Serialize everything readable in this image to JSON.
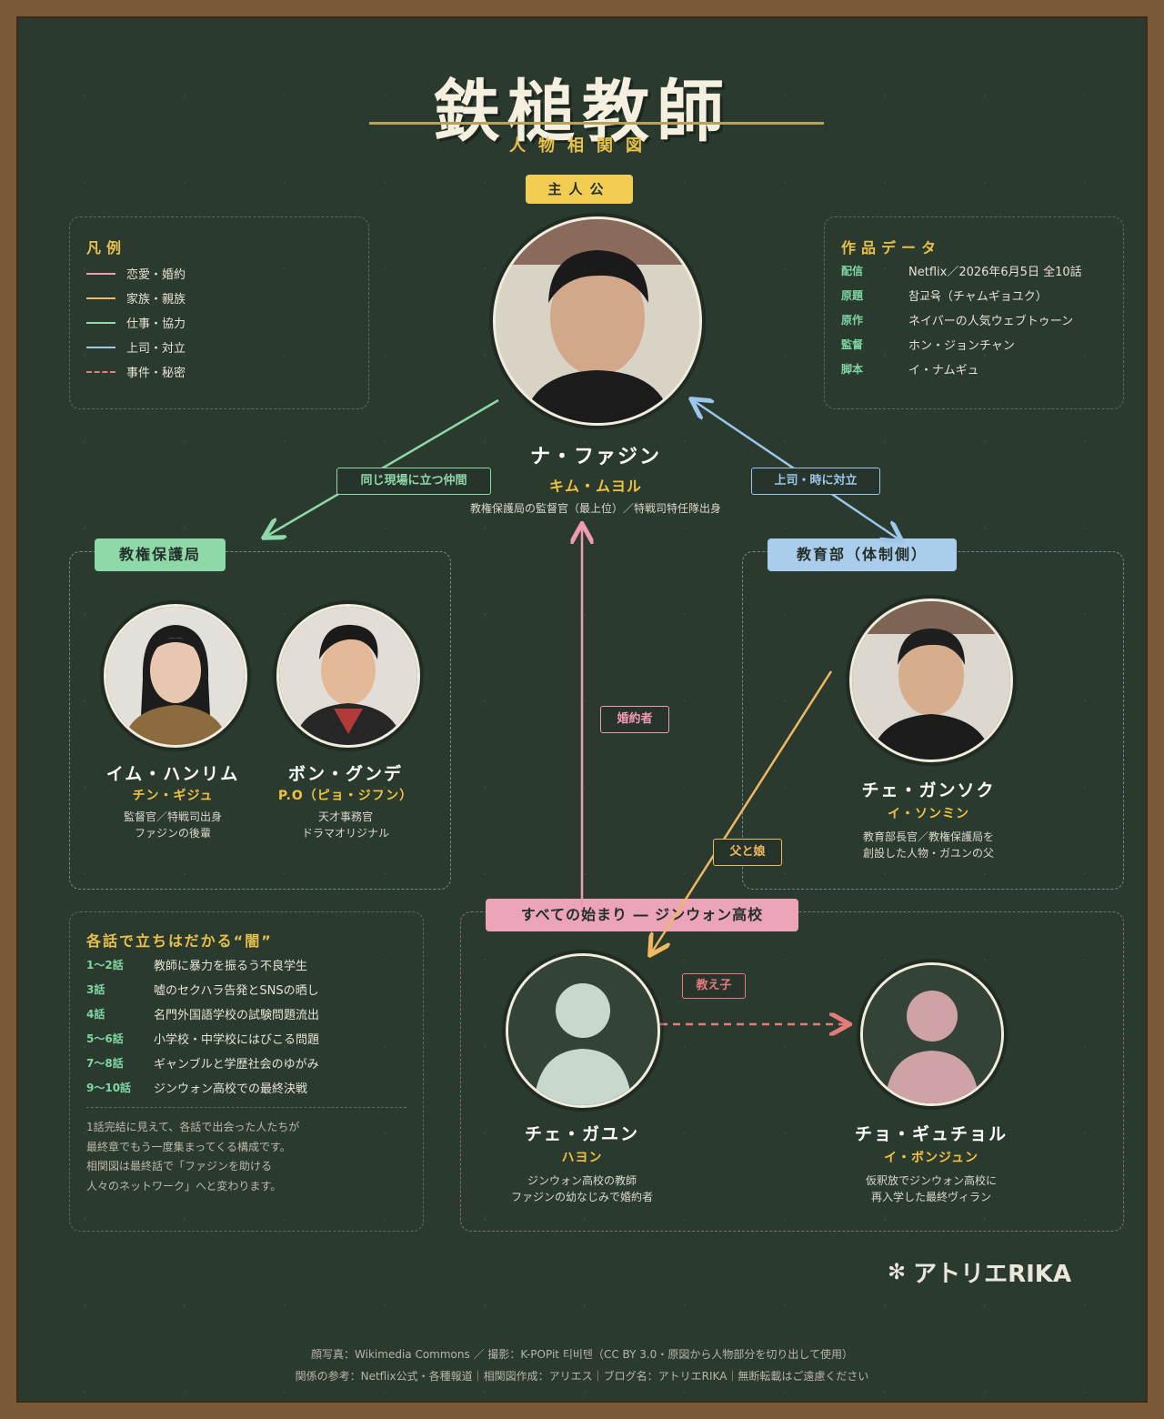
{
  "header": {
    "title": "鉄槌教師",
    "subtitle": "人物相関図",
    "protagonist_tag": "主人公"
  },
  "legend": {
    "title": "凡例",
    "items": [
      {
        "label": "恋愛・婚約",
        "color": "#f19ab4",
        "style": "solid"
      },
      {
        "label": "家族・親族",
        "color": "#f0b860",
        "style": "solid"
      },
      {
        "label": "仕事・協力",
        "color": "#8fd8a8",
        "style": "solid"
      },
      {
        "label": "上司・対立",
        "color": "#9cc6ea",
        "style": "solid"
      },
      {
        "label": "事件・秘密",
        "color": "#e67b7b",
        "style": "dashed"
      }
    ]
  },
  "work_data": {
    "title": "作品データ",
    "rows": [
      {
        "key": "配信",
        "value": "Netflix／2026年6月5日 全10話"
      },
      {
        "key": "原題",
        "value": "참교육（チャムギョユク）"
      },
      {
        "key": "原作",
        "value": "ネイバーの人気ウェブトゥーン"
      },
      {
        "key": "監督",
        "value": "ホン・ジョンチャン"
      },
      {
        "key": "脚本",
        "value": "イ・ナムギュ"
      }
    ]
  },
  "protagonist": {
    "name": "ナ・ファジン",
    "actor": "キム・ムヨル",
    "desc": "教権保護局の監督官（最上位）／特戦司特任隊出身"
  },
  "relations": {
    "colleague": "同じ現場に立つ仲間",
    "boss": "上司・時に対立",
    "fiance": "婚約者",
    "father": "父と娘",
    "student": "教え子"
  },
  "groups": {
    "bureau": "教権保護局",
    "ministry": "教育部（体制側）",
    "school": "すべての始まり ― ジンウォン高校"
  },
  "characters": {
    "hanrim": {
      "name": "イム・ハンリム",
      "actor": "チン・ギジュ",
      "desc1": "監督官／特戦司出身",
      "desc2": "ファジンの後輩"
    },
    "gunde": {
      "name": "ボン・グンデ",
      "actor": "P.O（ピョ・ジフン）",
      "desc1": "天才事務官",
      "desc2": "ドラマオリジナル"
    },
    "gangsok": {
      "name": "チェ・ガンソク",
      "actor": "イ・ソンミン",
      "desc1": "教育部長官／教権保護局を",
      "desc2": "創設した人物・ガユンの父"
    },
    "gayun": {
      "name": "チェ・ガユン",
      "actor": "ハヨン",
      "desc1": "ジンウォン高校の教師",
      "desc2": "ファジンの幼なじみで婚約者"
    },
    "gyuchol": {
      "name": "チョ・ギュチョル",
      "actor": "イ・ボンジュン",
      "desc1": "仮釈放でジンウォン高校に",
      "desc2": "再入学した最終ヴィラン"
    }
  },
  "arcs": {
    "title": "各話で立ちはだかる“闇”",
    "rows": [
      {
        "ep": "1〜2話",
        "text": "教師に暴力を振るう不良学生"
      },
      {
        "ep": "3話",
        "text": "嘘のセクハラ告発とSNSの晒し"
      },
      {
        "ep": "4話",
        "text": "名門外国語学校の試験問題流出"
      },
      {
        "ep": "5〜6話",
        "text": "小学校・中学校にはびこる問題"
      },
      {
        "ep": "7〜8話",
        "text": "ギャンブルと学歴社会のゆがみ"
      },
      {
        "ep": "9〜10話",
        "text": "ジンウォン高校での最終決戦"
      }
    ],
    "note1": "1話完結に見えて、各話で出会った人たちが",
    "note2": "最終章でもう一度集まってくる構成です。",
    "note3": "相関図は最終話で「ファジンを助ける",
    "note4": "人々のネットワーク」へと変わります。"
  },
  "brand": "アトリエRIKA",
  "footer": {
    "line1": "顔写真：Wikimedia Commons ／ 撮影：K-POPit 티비텐（CC BY 3.0・原図から人物部分を切り出して使用）",
    "line2": "関係の参考：Netflix公式・各種報道｜相関図作成：アリエス｜ブログ名：アトリエRIKA｜無断転載はご遠慮ください"
  }
}
